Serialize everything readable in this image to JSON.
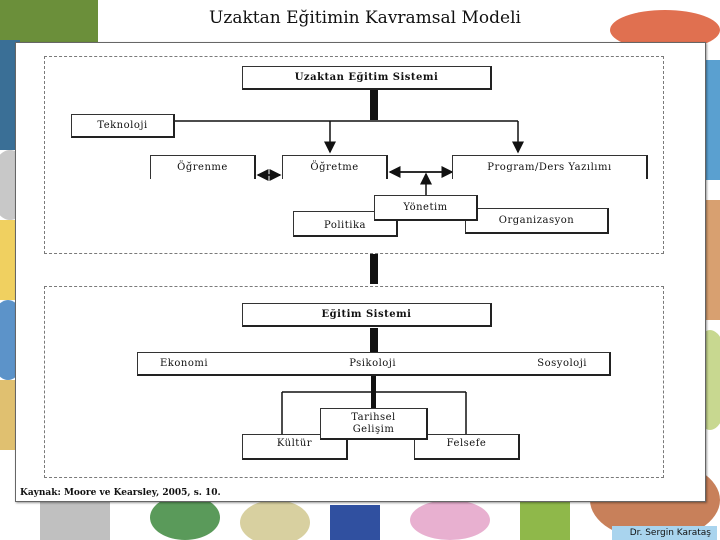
{
  "title": "Uzaktan Eğitimin Kavramsal Modeli",
  "diagram": {
    "upper_system": "Uzaktan Eğitim Sistemi",
    "technology": "Teknoloji",
    "learning": "Öğrenme",
    "teaching": "Öğretme",
    "program_design": "Program/Ders Yazılımı",
    "management": "Yönetim",
    "politics": "Politika",
    "organization": "Organizasyon",
    "lower_system": "Eğitim Sistemi",
    "economy": "Ekonomi",
    "psychology": "Psikoloji",
    "sociology": "Sosyoloji",
    "historical_development": [
      "Tarihsel",
      "Gelişim"
    ],
    "culture": "Kültür",
    "philosophy": "Felsefe"
  },
  "source": "Kaynak: Moore ve Kearsley, 2005, s. 10.",
  "author": "Dr. Sergin Karataş",
  "colors": {
    "author_bg": "#a9d4ee",
    "line": "#111111",
    "frame_border": "#7a7a7a"
  }
}
